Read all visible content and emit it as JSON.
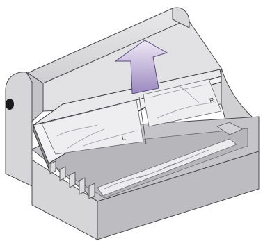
{
  "tray_labels": {
    "left": "L",
    "right": "R"
  },
  "arrow_direction": "up",
  "colors": {
    "box_light": "#e4e4e6",
    "box_mid": "#c9c9cc",
    "box_dark": "#8e8e92",
    "outline": "#4a4a4e",
    "arrow_top": "#efe9f6",
    "arrow_bottom": "#9a88bf"
  },
  "icons": {
    "arrow": "arrow-up-icon",
    "hole": "handle-hole-icon"
  }
}
